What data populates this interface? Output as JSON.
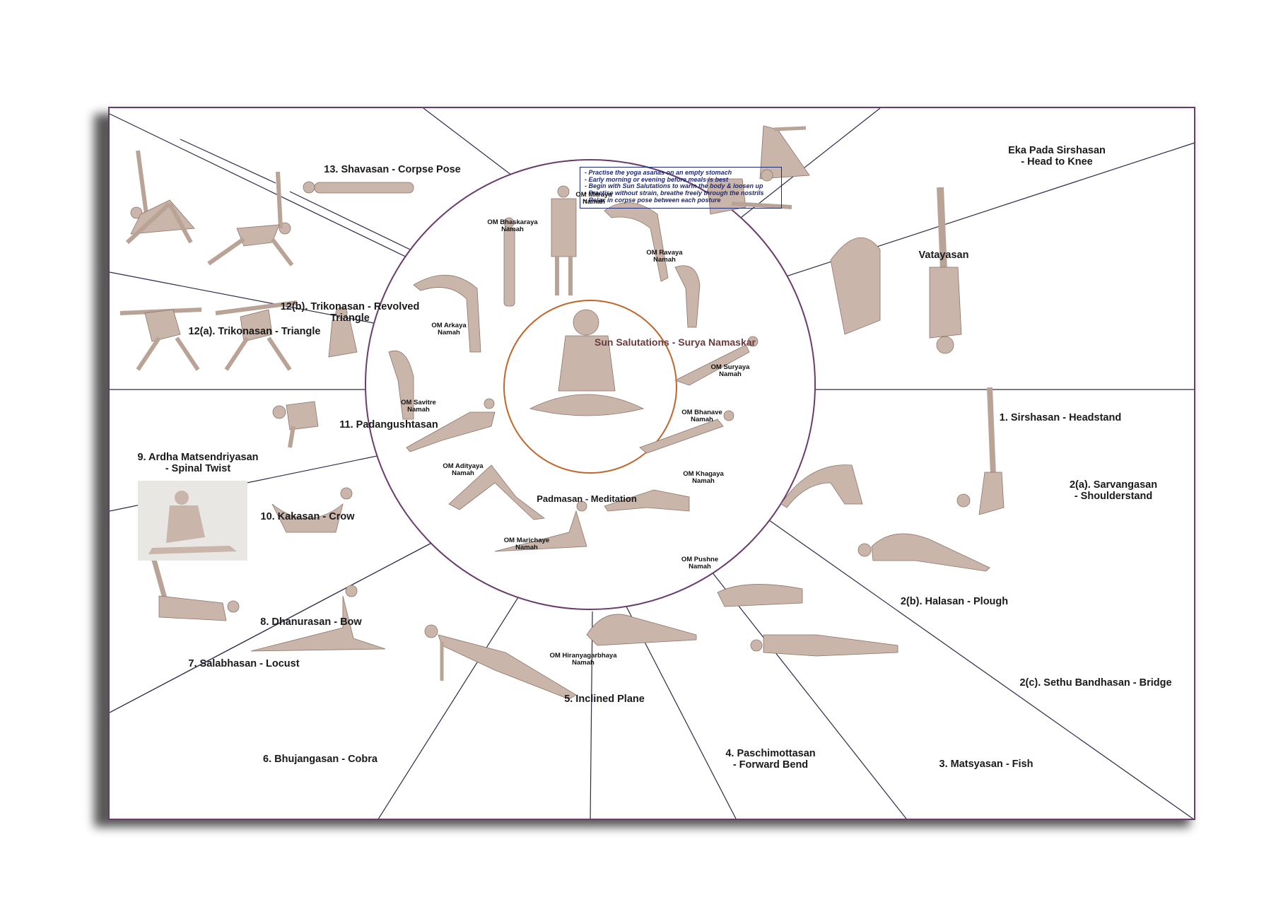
{
  "poster": {
    "tips": [
      "- Practise the yoga asanas on an empty stomach",
      "- Early morning or evening before meals is best",
      "- Begin with Sun Salutations to warm the body & loosen up",
      "- Practise without strain, breathe freely through the nostrils",
      "- Relax in corpse pose between each posture"
    ],
    "sun_salutation_title": "Sun Salutations - Surya Namaskar",
    "center_pose": "Padmasan - Meditation",
    "mantras": {
      "bhaskaraya": "OM Bhaskaraya\nNamah",
      "mitraya": "OM Mitraya\nNamah",
      "ravaya": "OM Ravaya\nNamah",
      "arkaya": "OM Arkaya\nNamah",
      "suryaya": "OM Suryaya\nNamah",
      "savitre": "OM Savitre\nNamah",
      "bhanave": "OM Bhanave\nNamah",
      "adityaya": "OM Adityaya\nNamah",
      "khagaya": "OM Khagaya\nNamah",
      "marichaye": "OM Marichaye\nNamah",
      "pushne": "OM Pushne\nNamah",
      "hiranyagarbhaya": "OM Hiranyagarbhaya\nNamah"
    },
    "poses": {
      "shavasan": "13. Shavasan - Corpse Pose",
      "trikonasan_revolved": "12(b). Trikonasan - Revolved\nTriangle",
      "trikonasan_triangle": "12(a). Trikonasan - Triangle",
      "padangushtasan": "11. Padangushtasan",
      "ardha_matsendriyasan": "9. Ardha Matsendriyasan\n- Spinal Twist",
      "kakasan": "10. Kakasan - Crow",
      "dhanurasan": "8. Dhanurasan - Bow",
      "salabhasan": "7. Salabhasan - Locust",
      "bhujangasan": "6. Bhujangasan - Cobra",
      "inclined_plane": "5. Inclined Plane",
      "paschimottasan": "4. Paschimottasan\n- Forward Bend",
      "matsyasan": "3. Matsyasan - Fish",
      "sethu_bandhasan": "2(c). Sethu Bandhasan - Bridge",
      "halasan": "2(b). Halasan - Plough",
      "sarvangasan": "2(a). Sarvangasan\n- Shoulderstand",
      "sirshasan": "1. Sirshasan - Headstand",
      "vatayasan": "Vatayasan",
      "eka_pada_sirshasan": "Eka Pada Sirshasan\n- Head to Knee"
    }
  },
  "colors": {
    "frame": "#6b3b6e",
    "divider": "#2a2a4a",
    "outer_circle": "#6b3b6e",
    "inner_circle": "#c2652a",
    "tips_text": "#1e2a7a",
    "sun_title": "#6a3a3e",
    "figure_skin": "#c9b5aa"
  }
}
